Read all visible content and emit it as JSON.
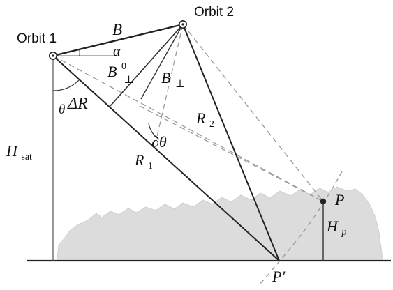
{
  "labels": {
    "orbit1": "Orbit 1",
    "orbit2": "Orbit 2",
    "baseline": "B",
    "alpha": "α",
    "b_perp0_base": "B",
    "b_perp0_sup": "0",
    "b_perp0_sub": "⊥",
    "b_perp_base": "B",
    "b_perp_sub": "⊥",
    "theta": "θ",
    "delta_r": "ΔR",
    "r2": "R",
    "r2_sub": "2",
    "dtheta": "∂θ",
    "r1": "R",
    "r1_sub": "1",
    "h_sat": "H",
    "h_sat_sub": "sat",
    "p": "P",
    "h_p": "H",
    "h_p_sub": "p",
    "p_prime": "P′"
  },
  "colors": {
    "ink": "#222222",
    "dashed": "#9a9a9a",
    "terrain": "#dcdcdc",
    "terrain_edge": "#c8c8c8"
  }
}
